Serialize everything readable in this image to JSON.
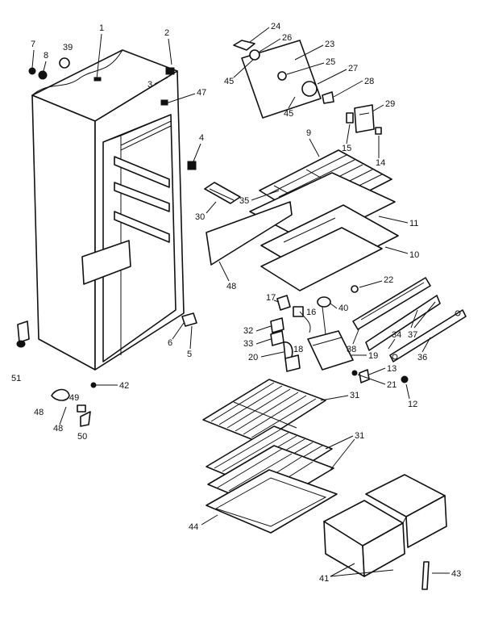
{
  "diagram": {
    "background": "#ffffff",
    "ink": "#111111",
    "callouts": {
      "c1": "1",
      "c2": "2",
      "c3": "3",
      "c4": "4",
      "c5": "5",
      "c6": "6",
      "c7": "7",
      "c8": "8",
      "c39": "39",
      "c47": "47",
      "c42": "42",
      "c51": "51",
      "c48a": "48",
      "c49": "49",
      "c50": "50",
      "c48b": "48",
      "c24": "24",
      "c26": "26",
      "c23": "23",
      "c25": "25",
      "c27": "27",
      "c28": "28",
      "c45a": "45",
      "c45b": "45",
      "c29": "29",
      "c15": "15",
      "c14": "14",
      "c9": "9",
      "c35": "35",
      "c30": "30",
      "c11": "11",
      "c10": "10",
      "c22": "22",
      "c17": "17",
      "c16": "16",
      "c40": "40",
      "c32": "32",
      "c33": "33",
      "c20": "20",
      "c18": "18",
      "c19": "19",
      "c38": "38",
      "c34": "34",
      "c37": "37",
      "c36": "36",
      "c13": "13",
      "c21": "21",
      "c12": "12",
      "c31a": "31",
      "c31b": "31",
      "c44": "44",
      "c41": "41",
      "c43": "43"
    }
  }
}
